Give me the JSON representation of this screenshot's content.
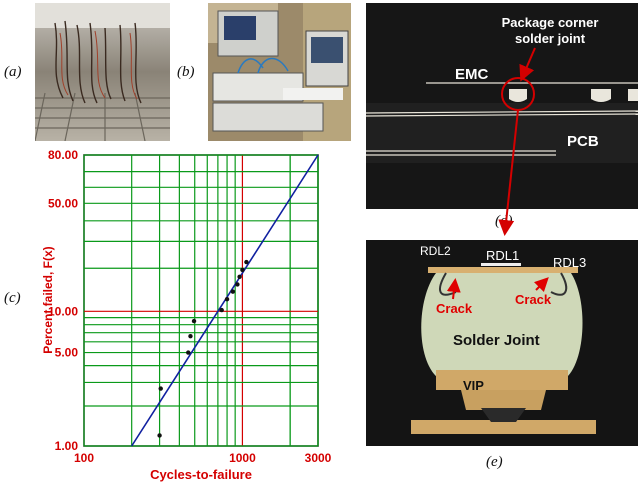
{
  "figure": {
    "panel_labels": {
      "a": "(a)",
      "b": "(b)",
      "c": "(c)",
      "d": "(d)",
      "e": "(e)"
    },
    "panel_d": {
      "callout": "Package corner\nsolder joint",
      "emc_label": "EMC",
      "pcb_label": "PCB"
    },
    "panel_e": {
      "rdl1": "RDL1",
      "rdl2": "RDL2",
      "rdl3": "RDL3",
      "crack_left": "Crack",
      "crack_right": "Crack",
      "solder_joint": "Solder Joint",
      "vip": "VIP"
    },
    "colors": {
      "red": "#d40000",
      "grid_green": "#0a9a1a",
      "fit_blue": "#1020a0"
    }
  },
  "chart_data": {
    "type": "scatter",
    "xlabel": "Cycles-to-failure",
    "ylabel": "Percent failed, F(x)",
    "x_scale": "log",
    "y_scale": "weibull-probability",
    "xlim": [
      100,
      3000
    ],
    "ylim": [
      1.0,
      80.0
    ],
    "x_tick_labels": [
      "100",
      "1000",
      "3000"
    ],
    "y_tick_labels": [
      "80.00",
      "50.00",
      "10.00",
      "5.00",
      "1.00"
    ],
    "x_ticks": [
      100,
      1000,
      3000
    ],
    "y_ticks": [
      80,
      50,
      10,
      5,
      1
    ],
    "grid": true,
    "points": [
      {
        "x": 300,
        "y": 1.2
      },
      {
        "x": 305,
        "y": 2.7
      },
      {
        "x": 455,
        "y": 5.0
      },
      {
        "x": 470,
        "y": 6.6
      },
      {
        "x": 495,
        "y": 8.5
      },
      {
        "x": 740,
        "y": 10.2
      },
      {
        "x": 800,
        "y": 12.2
      },
      {
        "x": 870,
        "y": 13.8
      },
      {
        "x": 930,
        "y": 15.5
      },
      {
        "x": 960,
        "y": 17.5
      },
      {
        "x": 1000,
        "y": 19.5
      },
      {
        "x": 1060,
        "y": 22.0
      }
    ],
    "fit_line": [
      {
        "x": 200,
        "y": 1.0
      },
      {
        "x": 3000,
        "y": 80.0
      }
    ]
  }
}
